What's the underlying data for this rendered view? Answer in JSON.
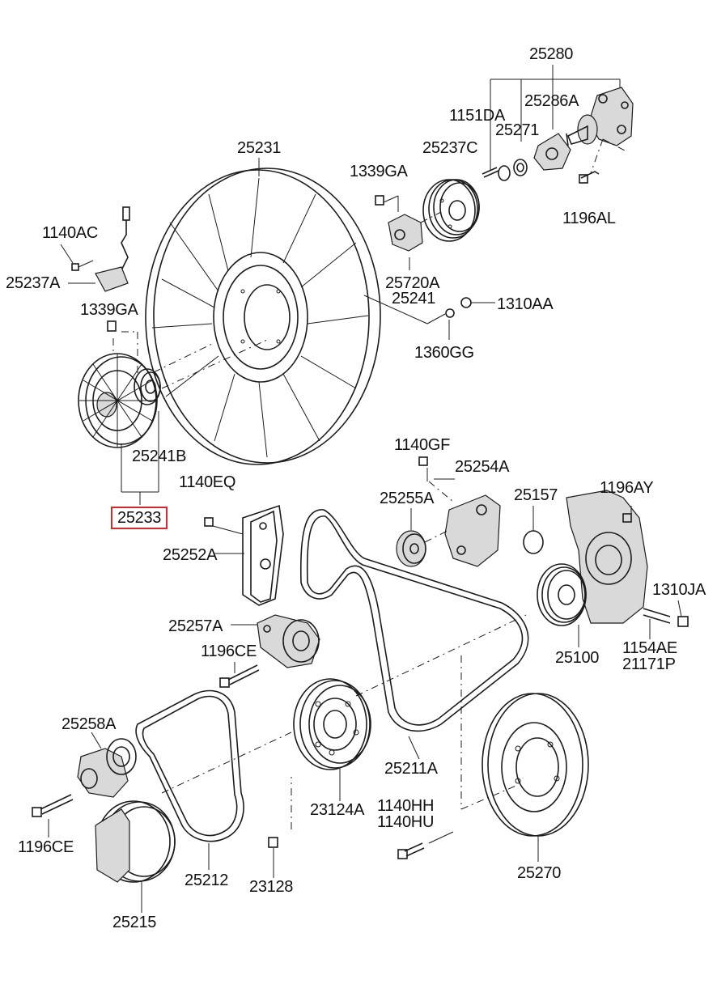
{
  "labels": {
    "p25280": "25280",
    "p25286A": "25286A",
    "p1151DA": "1151DA",
    "p25271": "25271",
    "p25231": "25231",
    "p25237C": "25237C",
    "p1339GA_top": "1339GA",
    "p1196AL": "1196AL",
    "p1140AC": "1140AC",
    "p25237A": "25237A",
    "p25720A": "25720A",
    "p25241": "25241",
    "p1310AA": "1310AA",
    "p1339GA_left": "1339GA",
    "p1360GG": "1360GG",
    "p25241B": "25241B",
    "p1140GF": "1140GF",
    "p25254A": "25254A",
    "p1140EQ": "1140EQ",
    "p25255A": "25255A",
    "p25157": "25157",
    "p1196AY": "1196AY",
    "p25233": "25233",
    "p25252A": "25252A",
    "p1310JA": "1310JA",
    "p25257A": "25257A",
    "p1196CE_mid": "1196CE",
    "p1154AE": "1154AE",
    "p21171P": "21171P",
    "p25100": "25100",
    "p25258A": "25258A",
    "p25211A": "25211A",
    "p23124A": "23124A",
    "p1140HH": "1140HH",
    "p1140HU": "1140HU",
    "p1196CE_low": "1196CE",
    "p25212": "25212",
    "p23128": "23128",
    "p25270": "25270",
    "p25215": "25215"
  },
  "highlight_color": "#d9262b"
}
